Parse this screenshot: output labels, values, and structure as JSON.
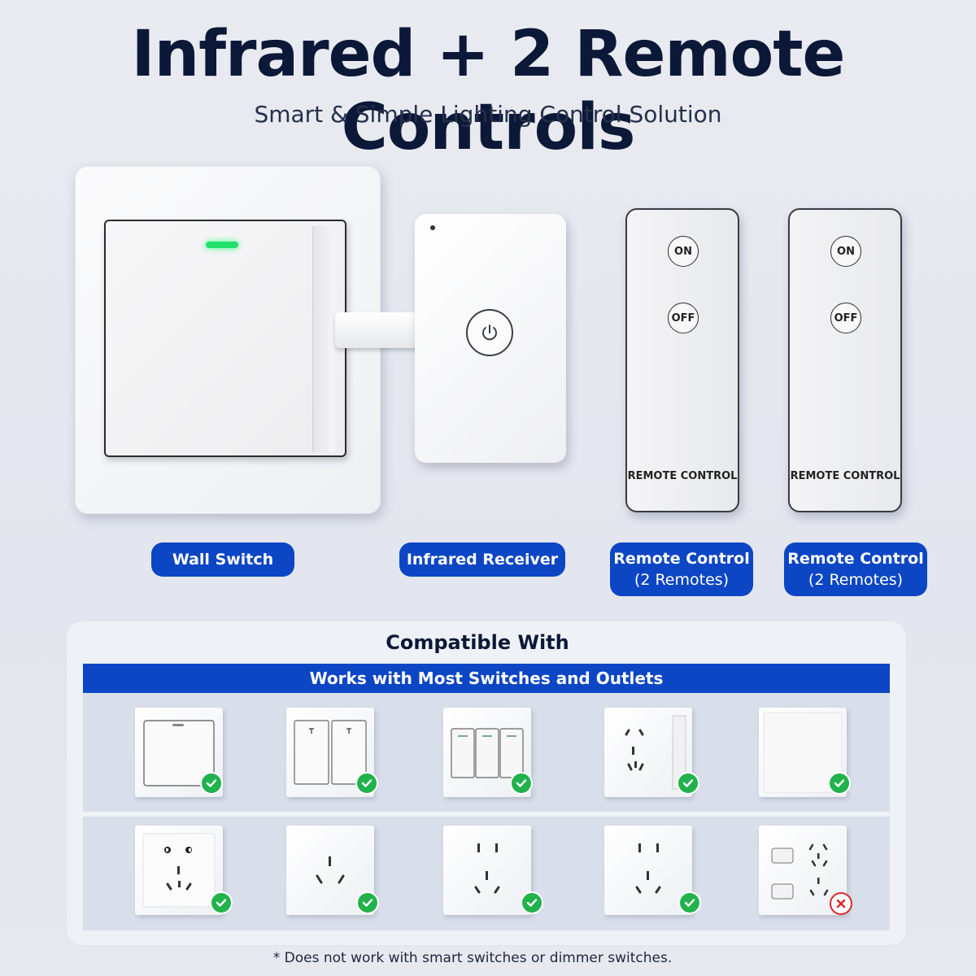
{
  "header": {
    "title": "Infrared + 2 Remote Controls",
    "subtitle": "Smart & Simple Lighting Control Solution"
  },
  "products": {
    "remote_on_label": "ON",
    "remote_off_label": "OFF",
    "remote_body_label": "REMOTE CONTROL"
  },
  "labels": {
    "wall_switch": "Wall Switch",
    "infrared_receiver": "Infrared Receiver",
    "remote_1": {
      "title": "Remote Control",
      "sub": "(2 Remotes)"
    },
    "remote_2": {
      "title": "Remote Control",
      "sub": "(2 Remotes)"
    }
  },
  "compatibility": {
    "title": "Compatible With",
    "banner": "Works with Most Switches and Outlets",
    "row1": [
      {
        "icon": "single-rocker-switch-icon",
        "status": "compatible"
      },
      {
        "icon": "double-rocker-switch-icon",
        "status": "compatible"
      },
      {
        "icon": "triple-rocker-switch-icon",
        "status": "compatible"
      },
      {
        "icon": "five-hole-outlet-switch-icon",
        "status": "compatible"
      },
      {
        "icon": "large-panel-switch-icon",
        "status": "compatible"
      }
    ],
    "row2": [
      {
        "icon": "five-hole-outlet-icon",
        "status": "compatible"
      },
      {
        "icon": "three-hole-outlet-icon",
        "status": "compatible"
      },
      {
        "icon": "us-outlet-icon",
        "status": "compatible"
      },
      {
        "icon": "us-outlet-icon",
        "status": "compatible"
      },
      {
        "icon": "dual-switch-outlet-combo-icon",
        "status": "incompatible"
      }
    ]
  },
  "footnote": "* Does not work with smart switches or dimmer switches.",
  "colors": {
    "brand_blue": "#0c46c4",
    "check_green": "#22b24c",
    "cross_red": "#e0262d",
    "led_green": "#22e06a"
  }
}
